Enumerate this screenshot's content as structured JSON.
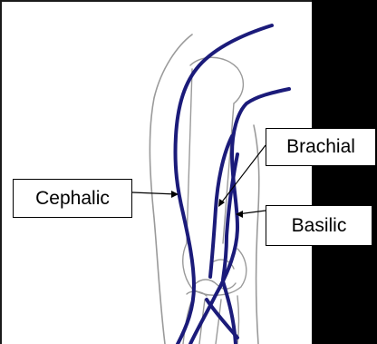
{
  "labels": {
    "cephalic": "Cephalic",
    "brachial": "Brachial",
    "basilic": "Basilic"
  },
  "colors": {
    "vein": "#1b1b7a",
    "bone_outline": "#9a9a9a",
    "panel": "#000000",
    "label_border": "#000000"
  }
}
